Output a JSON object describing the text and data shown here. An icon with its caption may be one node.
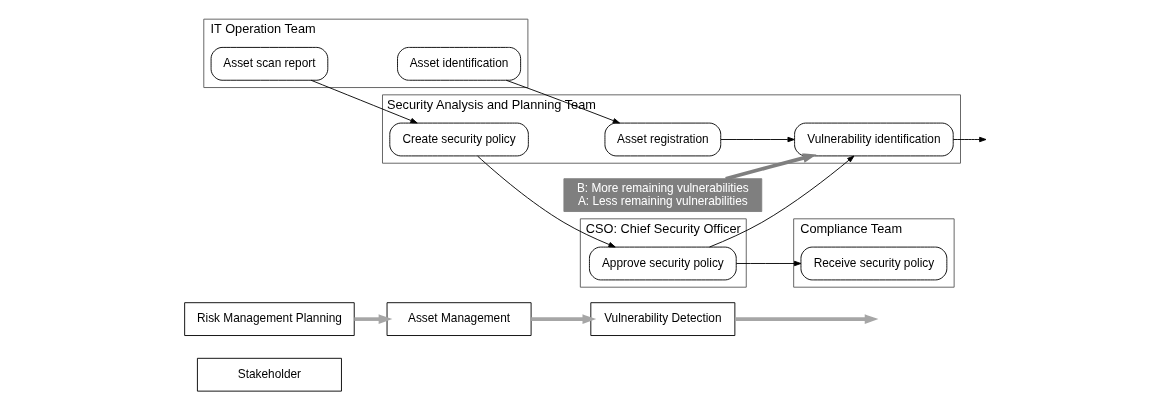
{
  "diagram": {
    "nodes": [
      {
        "text": [
          "Stakeholder"
        ]
      },
      {
        "text": [
          "Risk Management Planning"
        ]
      },
      {
        "text": [
          "Asset Management"
        ]
      },
      {
        "text": [
          "Vulnerability Detection"
        ]
      },
      {
        "text": [
          "CSO: Chief Security Officer"
        ]
      },
      {
        "text": [
          "Approve security policy"
        ],
        "in": 4
      },
      {
        "text": [
          "B: More remaining vulnerabilities",
          "A: Less remaining vulnerabilities"
        ]
      },
      {
        "text": [
          "Security Analysis and Planning Team"
        ]
      },
      {
        "text": [
          "Create security policy"
        ],
        "in": 7
      },
      {
        "text": [
          "Asset registration"
        ],
        "in": 7
      },
      {
        "text": [
          "Vulnerability identification"
        ],
        "in": 7
      },
      {
        "text": [
          "IT Operation Team"
        ]
      },
      {
        "text": [
          "Asset identification"
        ],
        "in": 11
      },
      {
        "text": [
          "Asset scan report"
        ],
        "in": 11
      },
      {
        "text": [
          "Compliance Team"
        ]
      },
      {
        "text": [
          "Receive security policy"
        ],
        "in": 14
      }
    ],
    "edges": [
      {
        "from": 1,
        "to": 2,
        "arrow": "to",
        "style": "thick",
        "color": "#a6a6a6"
      },
      {
        "from": 2,
        "to": 3,
        "arrow": "to",
        "style": "thick",
        "color": "#a6a6a6"
      },
      {
        "from": 3,
        "to": null,
        "arrow": "to",
        "style": "thick",
        "color": "#a6a6a6"
      },
      {
        "from": 8,
        "to": 5,
        "arrow": "to"
      },
      {
        "from": 5,
        "to": 10,
        "arrow": "to"
      },
      {
        "from": 5,
        "to": 15,
        "arrow": "to"
      },
      {
        "from": 12,
        "to": 9,
        "arrow": "to"
      },
      {
        "from": 9,
        "to": 10,
        "arrow": "to"
      },
      {
        "from": 10,
        "to": null,
        "arrow": "to"
      },
      {
        "from": 13,
        "to": 8,
        "arrow": "to"
      },
      {
        "from": 6,
        "to": 10,
        "arrow": "to",
        "style": "thick",
        "color": "#7f7f7f"
      }
    ]
  }
}
